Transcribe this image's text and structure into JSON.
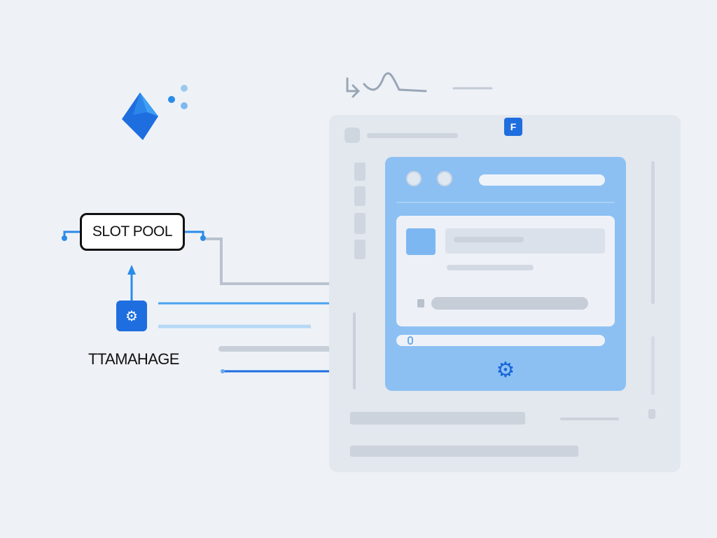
{
  "labels": {
    "slot_pool": "SLOT POOL",
    "manage": "TTAMAHAGE"
  },
  "icons": {
    "logo": "blue-gem-logo-icon",
    "gear": "gear-icon",
    "badge": "f-badge-icon",
    "center_gear": "settings-cog-icon"
  },
  "badge_text": "F",
  "colors": {
    "accent": "#1f6ee0",
    "panel_blue": "#8cc0f3",
    "window": "#e3e7ee",
    "background": "#eef2f7"
  }
}
